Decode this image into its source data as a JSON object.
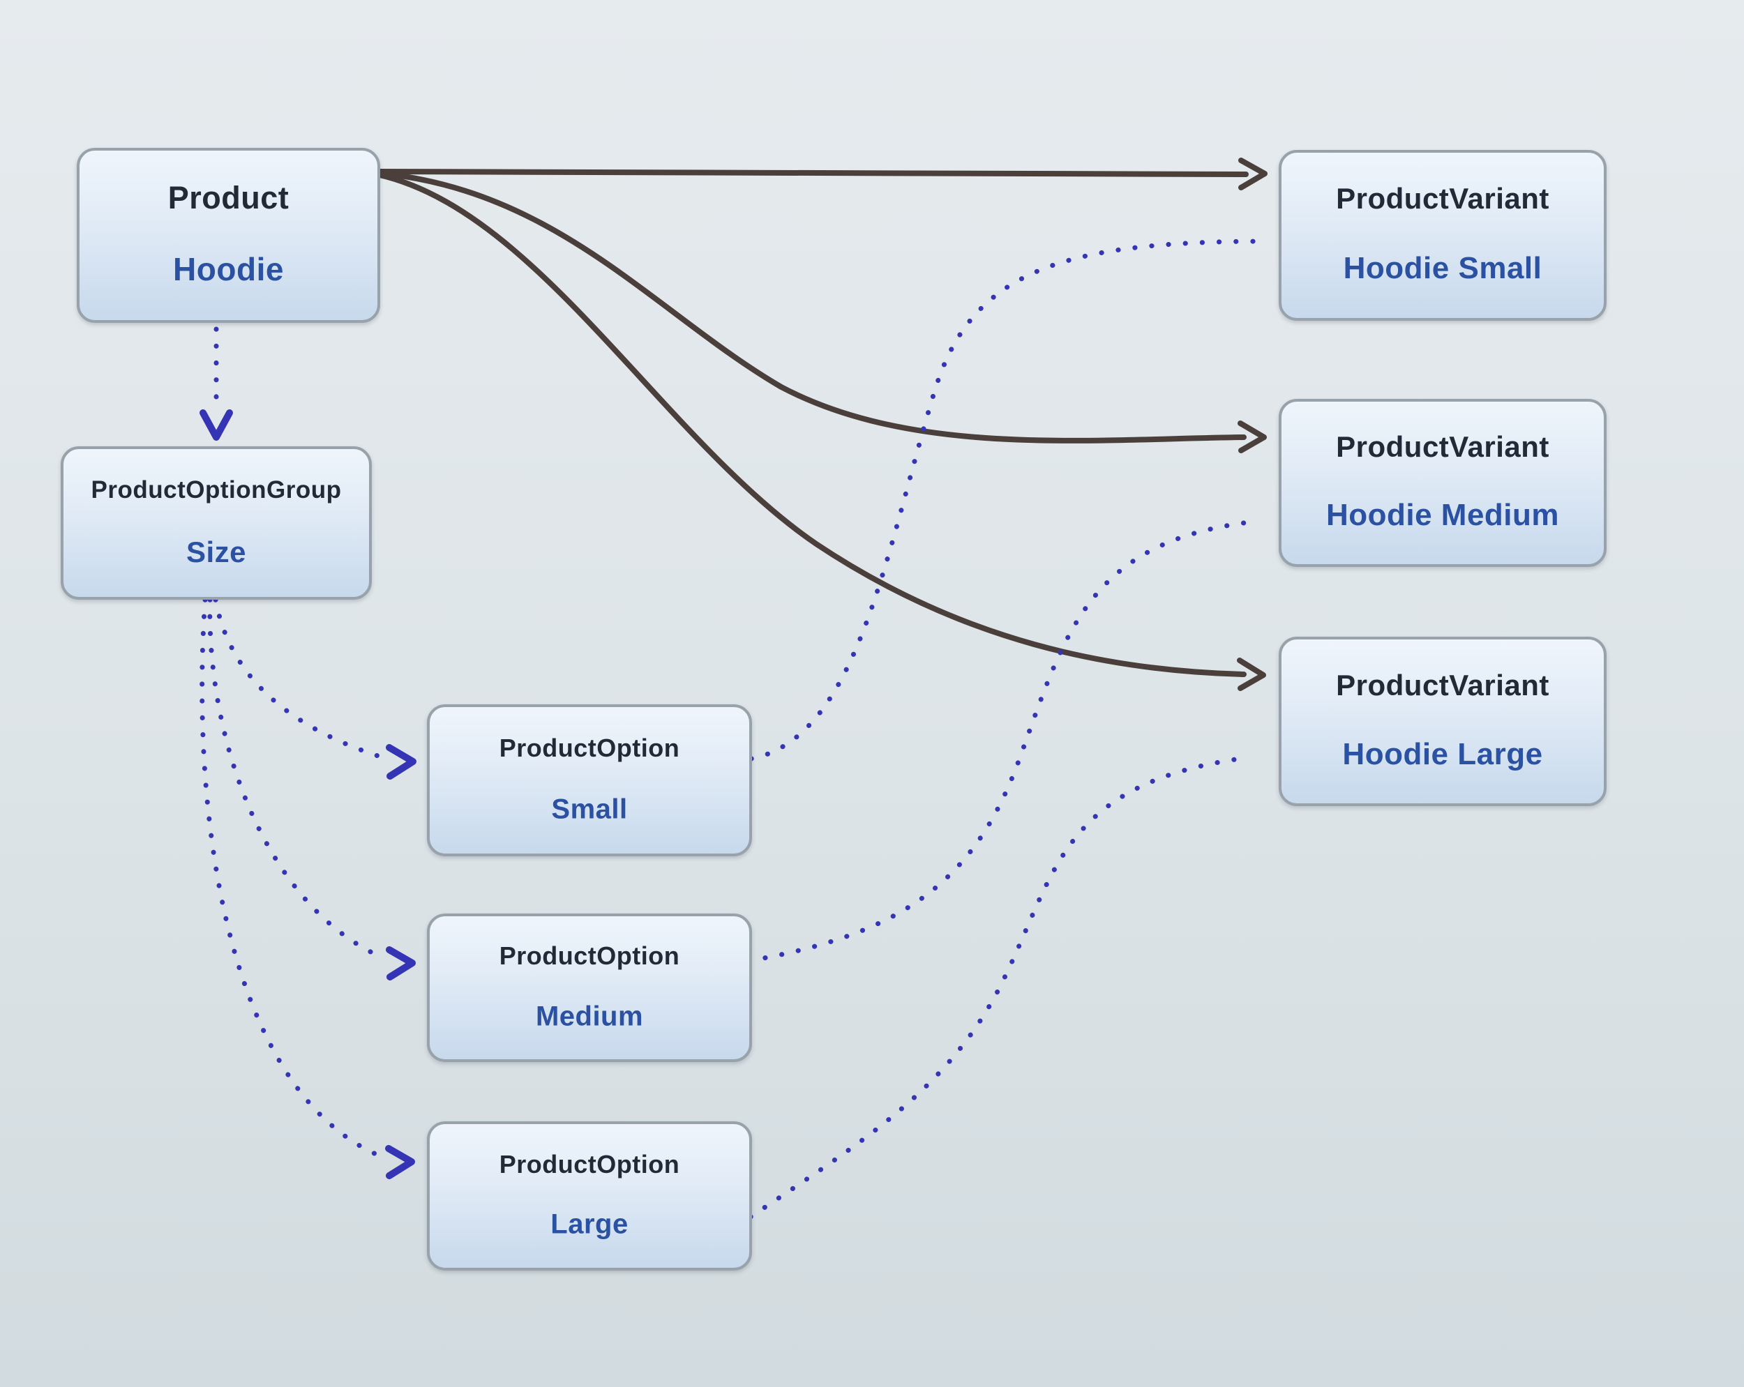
{
  "diagram": {
    "nodes": {
      "product": {
        "type": "Product",
        "value": "Hoodie"
      },
      "option_group": {
        "type": "ProductOptionGroup",
        "value": "Size"
      },
      "option_small": {
        "type": "ProductOption",
        "value": "Small"
      },
      "option_medium": {
        "type": "ProductOption",
        "value": "Medium"
      },
      "option_large": {
        "type": "ProductOption",
        "value": "Large"
      },
      "variant_small": {
        "type": "ProductVariant",
        "value": "Hoodie Small"
      },
      "variant_medium": {
        "type": "ProductVariant",
        "value": "Hoodie Medium"
      },
      "variant_large": {
        "type": "ProductVariant",
        "value": "Hoodie Large"
      }
    },
    "edges": [
      {
        "from": "product",
        "to": "variant_small",
        "style": "solid"
      },
      {
        "from": "product",
        "to": "variant_medium",
        "style": "solid"
      },
      {
        "from": "product",
        "to": "variant_large",
        "style": "solid"
      },
      {
        "from": "product",
        "to": "option_group",
        "style": "dotted"
      },
      {
        "from": "option_group",
        "to": "option_small",
        "style": "dotted"
      },
      {
        "from": "option_group",
        "to": "option_medium",
        "style": "dotted"
      },
      {
        "from": "option_group",
        "to": "option_large",
        "style": "dotted"
      },
      {
        "from": "option_small",
        "to": "variant_small",
        "style": "dotted"
      },
      {
        "from": "option_medium",
        "to": "variant_medium",
        "style": "dotted"
      },
      {
        "from": "option_large",
        "to": "variant_large",
        "style": "dotted"
      }
    ],
    "colors": {
      "solid_edge": "#4b3f3b",
      "dotted_edge": "#3434b5",
      "node_border": "#98a2aa",
      "node_fill_top": "#eff5fb",
      "node_fill_bottom": "#c7d9ec",
      "type_text": "#222a38",
      "value_text": "#2b51a3",
      "background_top": "#e6ebee",
      "background_bottom": "#d2dbdf"
    }
  }
}
